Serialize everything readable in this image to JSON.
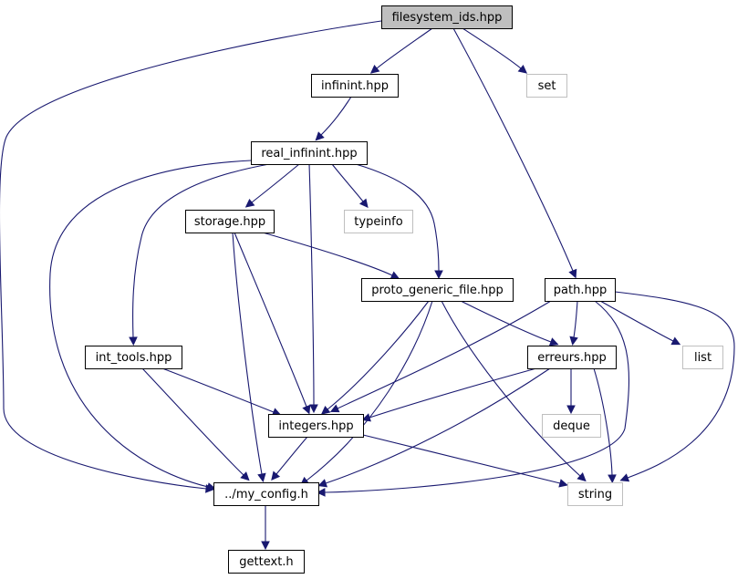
{
  "graph": {
    "nodes": [
      {
        "id": "filesystem_ids",
        "label": "filesystem_ids.hpp",
        "kind": "root"
      },
      {
        "id": "infinint",
        "label": "infinint.hpp",
        "kind": "internal"
      },
      {
        "id": "set",
        "label": "set",
        "kind": "external"
      },
      {
        "id": "real_infinint",
        "label": "real_infinint.hpp",
        "kind": "internal"
      },
      {
        "id": "storage",
        "label": "storage.hpp",
        "kind": "internal"
      },
      {
        "id": "typeinfo",
        "label": "typeinfo",
        "kind": "external"
      },
      {
        "id": "proto_generic_file",
        "label": "proto_generic_file.hpp",
        "kind": "internal"
      },
      {
        "id": "path",
        "label": "path.hpp",
        "kind": "internal"
      },
      {
        "id": "int_tools",
        "label": "int_tools.hpp",
        "kind": "internal"
      },
      {
        "id": "erreurs",
        "label": "erreurs.hpp",
        "kind": "internal"
      },
      {
        "id": "list",
        "label": "list",
        "kind": "external"
      },
      {
        "id": "integers",
        "label": "integers.hpp",
        "kind": "internal"
      },
      {
        "id": "deque",
        "label": "deque",
        "kind": "external"
      },
      {
        "id": "my_config",
        "label": "../my_config.h",
        "kind": "internal"
      },
      {
        "id": "string",
        "label": "string",
        "kind": "external"
      },
      {
        "id": "gettext",
        "label": "gettext.h",
        "kind": "internal"
      }
    ],
    "edges": [
      {
        "from": "filesystem_ids",
        "to": "my_config"
      },
      {
        "from": "filesystem_ids",
        "to": "infinint"
      },
      {
        "from": "filesystem_ids",
        "to": "set"
      },
      {
        "from": "filesystem_ids",
        "to": "path"
      },
      {
        "from": "infinint",
        "to": "real_infinint"
      },
      {
        "from": "real_infinint",
        "to": "my_config"
      },
      {
        "from": "real_infinint",
        "to": "int_tools"
      },
      {
        "from": "real_infinint",
        "to": "storage"
      },
      {
        "from": "real_infinint",
        "to": "integers"
      },
      {
        "from": "real_infinint",
        "to": "typeinfo"
      },
      {
        "from": "real_infinint",
        "to": "proto_generic_file"
      },
      {
        "from": "storage",
        "to": "proto_generic_file"
      },
      {
        "from": "storage",
        "to": "integers"
      },
      {
        "from": "storage",
        "to": "my_config"
      },
      {
        "from": "proto_generic_file",
        "to": "integers"
      },
      {
        "from": "proto_generic_file",
        "to": "my_config"
      },
      {
        "from": "proto_generic_file",
        "to": "erreurs"
      },
      {
        "from": "proto_generic_file",
        "to": "string"
      },
      {
        "from": "path",
        "to": "integers"
      },
      {
        "from": "path",
        "to": "erreurs"
      },
      {
        "from": "path",
        "to": "list"
      },
      {
        "from": "path",
        "to": "my_config"
      },
      {
        "from": "path",
        "to": "string"
      },
      {
        "from": "int_tools",
        "to": "integers"
      },
      {
        "from": "int_tools",
        "to": "my_config"
      },
      {
        "from": "erreurs",
        "to": "integers"
      },
      {
        "from": "erreurs",
        "to": "deque"
      },
      {
        "from": "erreurs",
        "to": "string"
      },
      {
        "from": "erreurs",
        "to": "my_config"
      },
      {
        "from": "integers",
        "to": "my_config"
      },
      {
        "from": "integers",
        "to": "string"
      },
      {
        "from": "my_config",
        "to": "gettext"
      }
    ]
  }
}
